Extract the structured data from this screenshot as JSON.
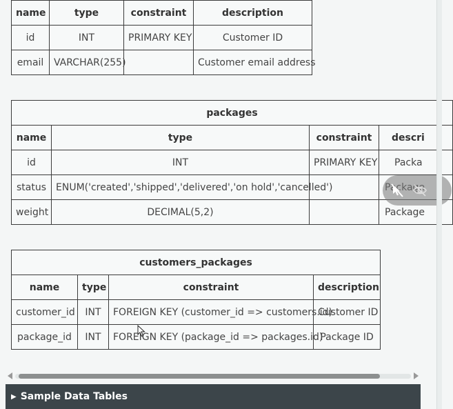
{
  "customers_table": {
    "headers": [
      "name",
      "type",
      "constraint",
      "description"
    ],
    "rows": [
      [
        "id",
        "INT",
        "PRIMARY KEY",
        "Customer ID"
      ],
      [
        "email",
        "VARCHAR(255)",
        "",
        "Customer email address"
      ]
    ]
  },
  "packages_table": {
    "title": "packages",
    "headers": [
      "name",
      "type",
      "constraint",
      "descri"
    ],
    "rows": [
      [
        "id",
        "INT",
        "PRIMARY KEY",
        "Packa"
      ],
      [
        "status",
        "ENUM('created','shipped','delivered','on hold','cancelled')",
        "",
        "Package"
      ],
      [
        "weight",
        "DECIMAL(5,2)",
        "",
        "Package"
      ]
    ]
  },
  "customers_packages_table": {
    "title": "customers_packages",
    "headers": [
      "name",
      "type",
      "constraint",
      "description"
    ],
    "rows": [
      [
        "customer_id",
        "INT",
        "FOREIGN KEY (customer_id => customers.id)",
        "Customer ID"
      ],
      [
        "package_id",
        "INT",
        "FOREIGN KEY (package_id => packages.id)",
        "Package ID"
      ]
    ]
  },
  "overlay": {
    "icons": [
      "cursor-off-icon",
      "eye-off-icon"
    ]
  },
  "details": {
    "label": "Sample Data Tables"
  },
  "colors": {
    "background": "#f4f6f6",
    "border": "#3a3a3a",
    "summary_bar": "#3c454a"
  }
}
